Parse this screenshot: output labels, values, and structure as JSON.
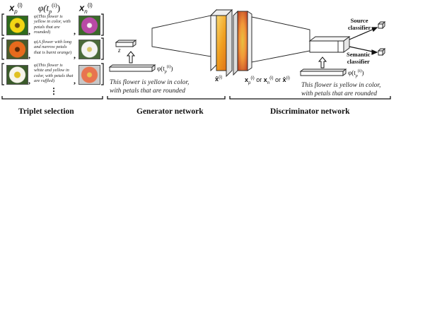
{
  "triplet": {
    "col_xp_base": "x",
    "col_xp_sub": "p",
    "col_xp_sup": "(i)",
    "col_phi_base": "φ(t",
    "col_phi_sub": "p",
    "col_phi_sup": "(i)",
    "col_phi_close": ")",
    "col_xn_base": "x",
    "col_xn_sub": "n",
    "col_xn_sup": "(i)",
    "rows": [
      {
        "phi_prefix": "φ(",
        "text": "This flower is yellow in color, with petals that are rounded",
        "phi_suffix": ")",
        "pos_color": "#e9d21a",
        "neg_color": "#b83fa0"
      },
      {
        "phi_prefix": "φ(",
        "text": "A flower with long and narrow petals that is burnt orange",
        "phi_suffix": ")",
        "pos_color": "#e0631c",
        "neg_color": "#d8d8d8"
      },
      {
        "phi_prefix": "φ(",
        "text": "This flower is white and yellow in color, with petals that are ruffled",
        "phi_suffix": ")",
        "pos_color": "#f2f0e6",
        "neg_color": "#e06a4a"
      }
    ],
    "comma": ",",
    "ellipsis": "⋮",
    "section_label": "Triplet selection"
  },
  "generator": {
    "z_label": "z",
    "phi_label": "φ(t",
    "phi_sub": "p",
    "phi_sup": "(i)",
    "phi_close": ")",
    "caption_line1": "This flower is yellow in color,",
    "caption_line2": "with petals that are rounded",
    "output_label": "x̂",
    "output_sup": "(i)",
    "section_label": "Generator network"
  },
  "discriminator": {
    "input_xp": "x",
    "input_xp_sub": "p",
    "input_xp_sup": "(i)",
    "or_1": "or",
    "input_xn": "x",
    "input_xn_sub": "n",
    "input_xn_sup": "(i)",
    "or_2": "or",
    "input_xhat": "x̂",
    "input_xhat_sup": "(i)",
    "phi_label": "φ(t",
    "phi_sub": "p",
    "phi_sup": "(i)",
    "phi_close": ")",
    "caption_line1": "This flower is yellow in color,",
    "caption_line2": "with petals that are rounded",
    "source_classifier_1": "Source",
    "source_classifier_2": "classifier",
    "semantic_classifier_1": "Semantic",
    "semantic_classifier_2": "classifier",
    "section_label": "Discriminator network"
  },
  "colors": {
    "flower_yellow": "#f0a81c",
    "flower_orange": "#e8661f",
    "line": "#111111"
  }
}
